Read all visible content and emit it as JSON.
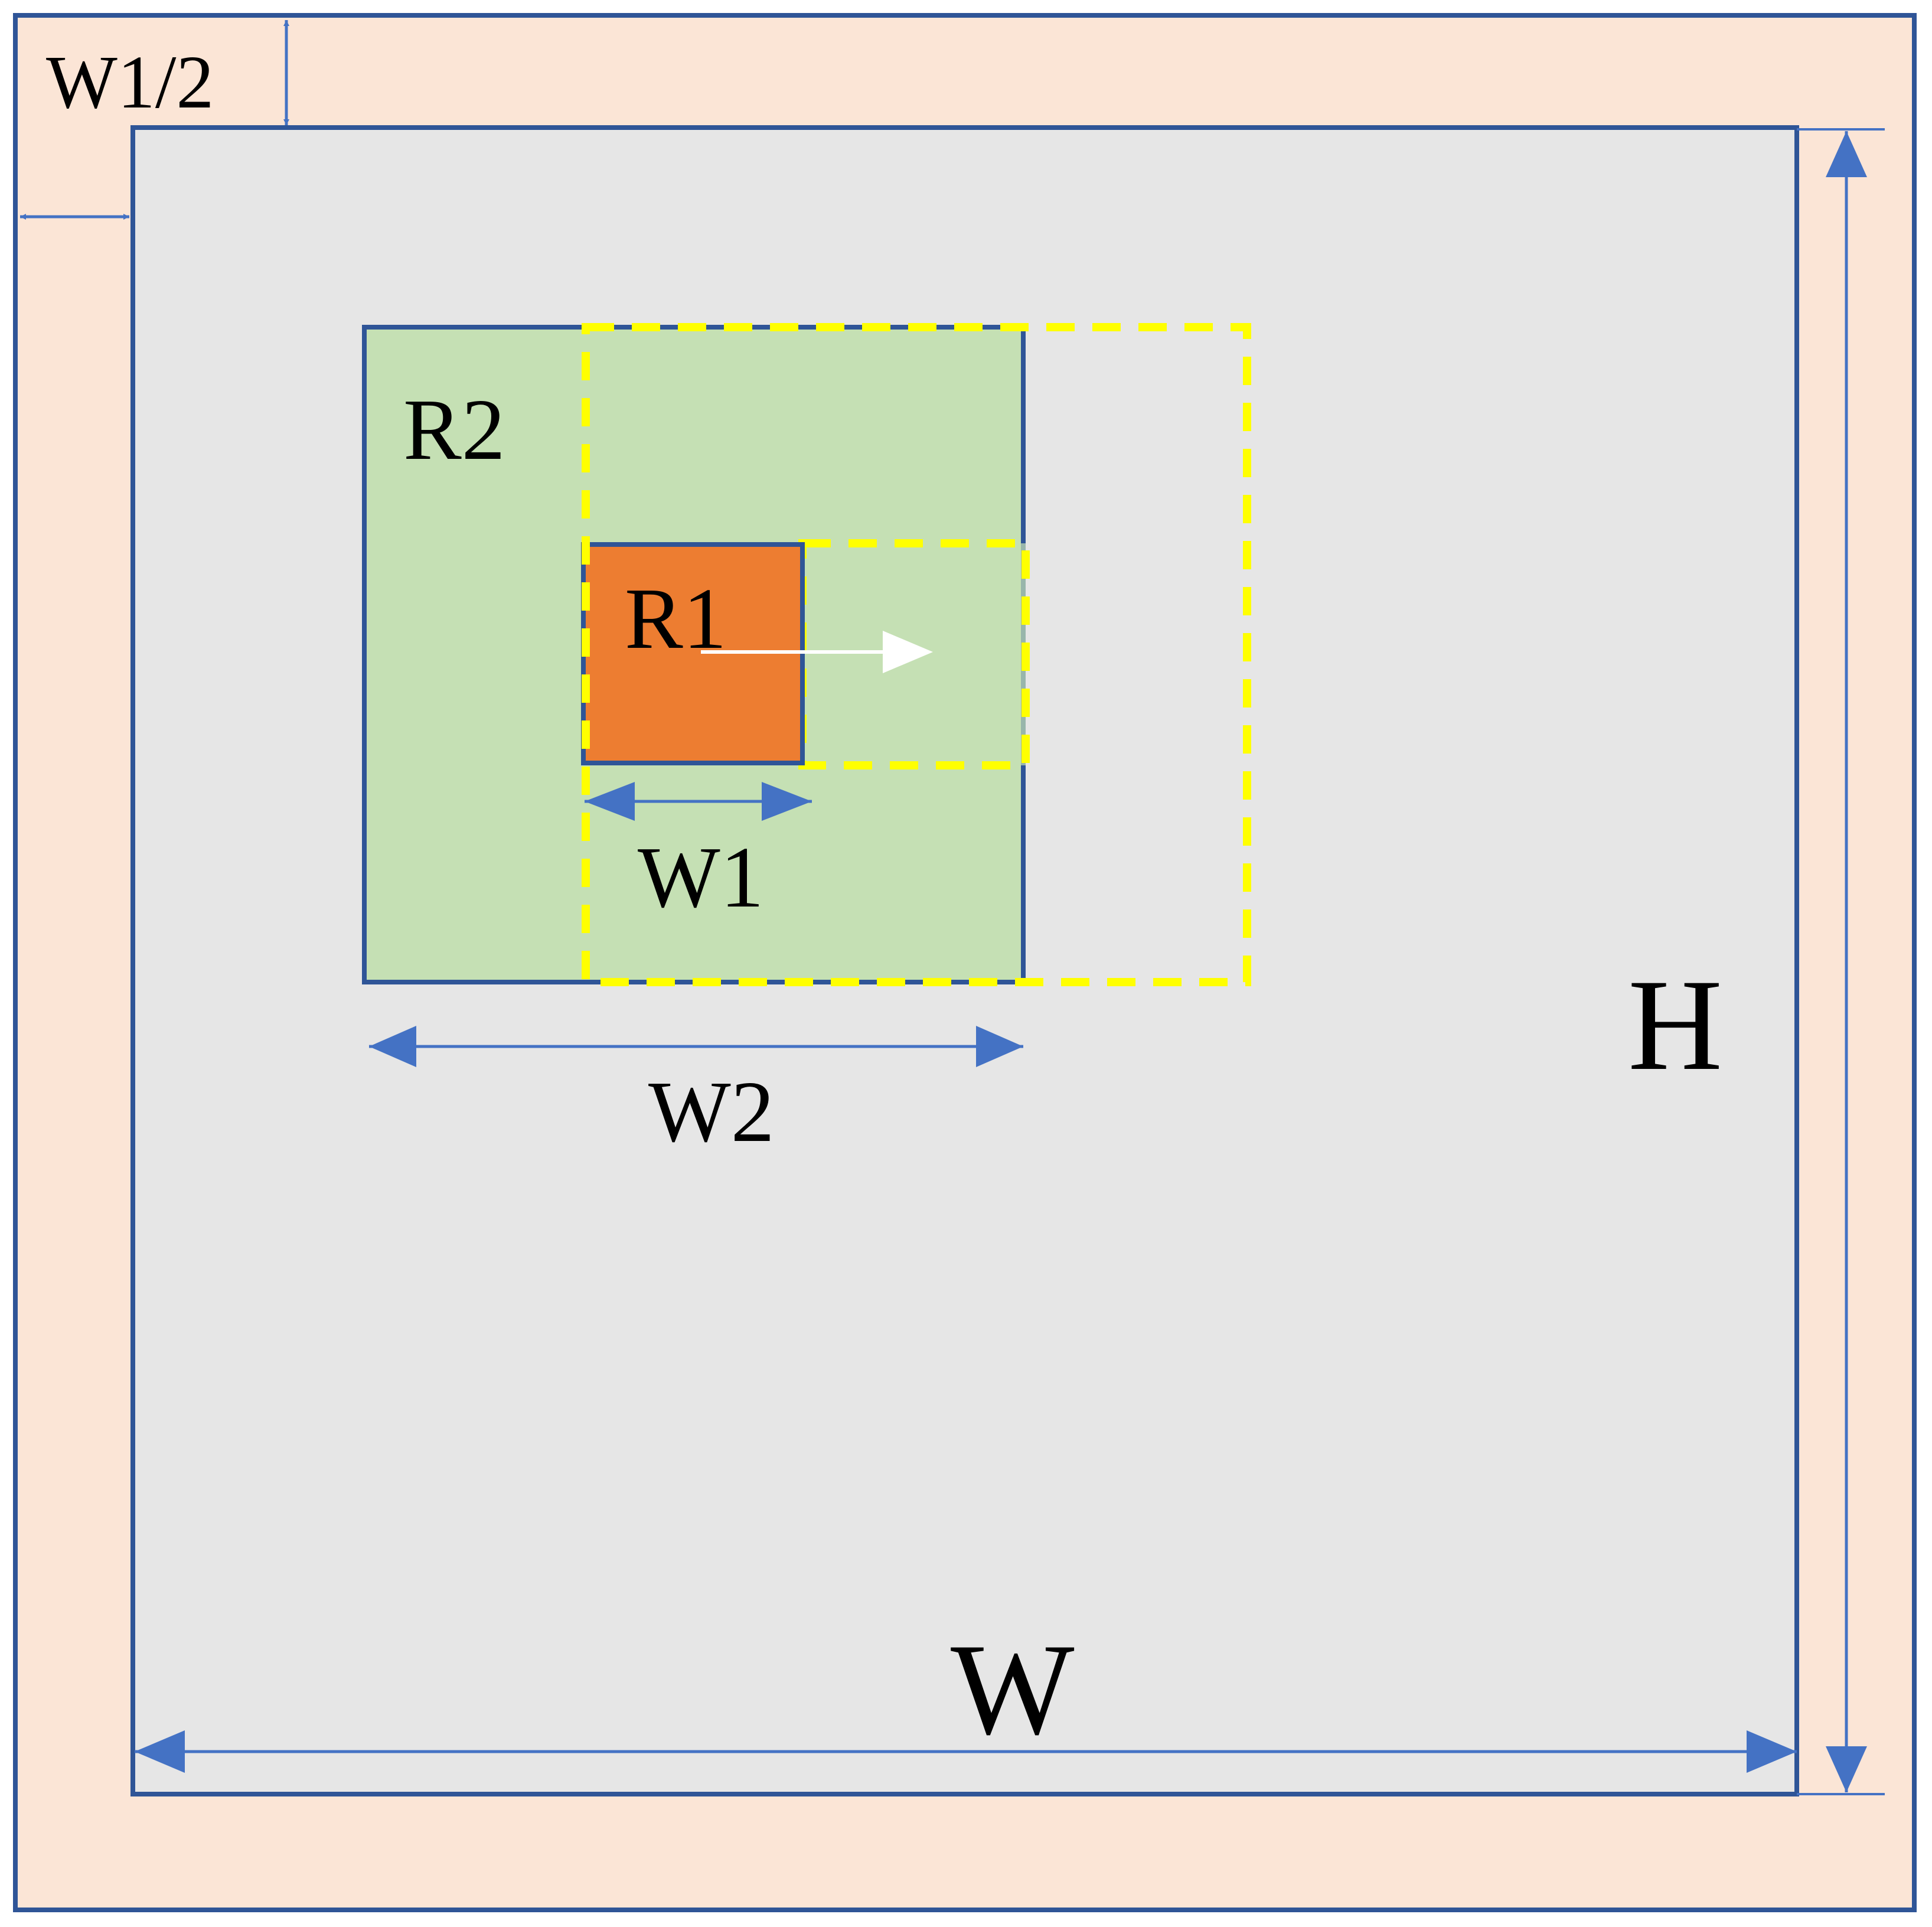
{
  "colors": {
    "outer_fill": "#FBE5D6",
    "inner_fill": "#E6E6E6",
    "border": "#2F5597",
    "r2_fill": "#C5E0B4",
    "r1_fill": "#ED7D31",
    "dashed": "#FFFF00",
    "arrow": "#4472C4",
    "shift_arrow": "#FFFFFF"
  },
  "labels": {
    "margin": "W1/2",
    "r2": "R2",
    "r1": "R1",
    "w1": "W1",
    "w2": "W2",
    "height": "H",
    "width": "W"
  },
  "icons": {
    "shift_arrow": "arrow-right-icon",
    "dimension_arrow": "double-headed-arrow-icon"
  }
}
